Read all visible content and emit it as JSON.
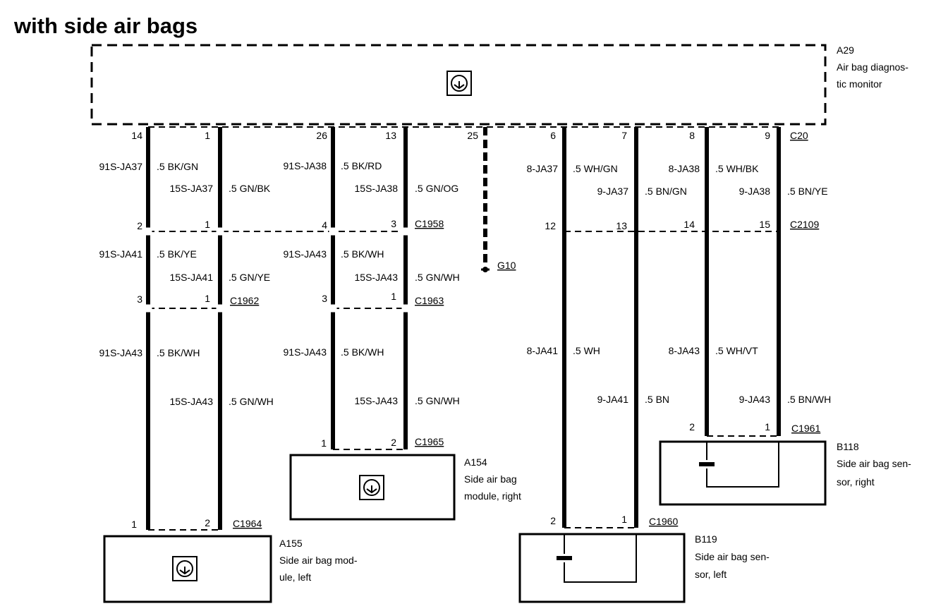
{
  "title": "with side air bags",
  "modules": {
    "a29": {
      "id": "A29",
      "line1": "Air bag diagnos-",
      "line2": "tic monitor"
    },
    "a154": {
      "id": "A154",
      "line1": "Side air bag",
      "line2": "module, right"
    },
    "a155": {
      "id": "A155",
      "line1": "Side air bag mod-",
      "line2": "ule, left"
    },
    "b118": {
      "id": "B118",
      "line1": "Side air bag sen-",
      "line2": "sor, right"
    },
    "b119": {
      "id": "B119",
      "line1": "Side air bag sen-",
      "line2": "sor, left"
    }
  },
  "connectors": {
    "c20": "C20",
    "c2109": "C2109",
    "c1958": "C1958",
    "c1962": "C1962",
    "c1963": "C1963",
    "c1965": "C1965",
    "c1964": "C1964",
    "c1961": "C1961",
    "c1960": "C1960",
    "g10": "G10"
  },
  "pins": {
    "c20": [
      "14",
      "1",
      "26",
      "13",
      "25",
      "6",
      "7",
      "8",
      "9"
    ],
    "c1958": [
      "2",
      "1",
      "4",
      "3"
    ],
    "c2109": [
      "12",
      "13",
      "14",
      "15"
    ],
    "c1962": [
      "3",
      "1"
    ],
    "c1963": [
      "3",
      "1"
    ],
    "c1965": [
      "1",
      "2"
    ],
    "c1964": [
      "1",
      "2"
    ],
    "c1961": [
      "2",
      "1"
    ],
    "c1960": [
      "2",
      "1"
    ]
  },
  "wires": {
    "seg1": [
      {
        "circuit": "91S-JA37",
        "color": ".5 BK/GN"
      },
      {
        "circuit": "15S-JA37",
        "color": ".5 GN/BK"
      },
      {
        "circuit": "91S-JA38",
        "color": ".5 BK/RD"
      },
      {
        "circuit": "15S-JA38",
        "color": ".5 GN/OG"
      },
      {
        "circuit": "8-JA37",
        "color": ".5 WH/GN"
      },
      {
        "circuit": "9-JA37",
        "color": ".5 BN/GN"
      },
      {
        "circuit": "8-JA38",
        "color": ".5 WH/BK"
      },
      {
        "circuit": "9-JA38",
        "color": ".5 BN/YE"
      }
    ],
    "seg2": [
      {
        "circuit": "91S-JA41",
        "color": ".5 BK/YE"
      },
      {
        "circuit": "15S-JA41",
        "color": ".5 GN/YE"
      },
      {
        "circuit": "91S-JA43",
        "color": ".5 BK/WH"
      },
      {
        "circuit": "15S-JA43",
        "color": ".5 GN/WH"
      }
    ],
    "seg3": [
      {
        "circuit": "91S-JA43",
        "color": ".5 BK/WH"
      },
      {
        "circuit": "15S-JA43",
        "color": ".5 GN/WH"
      },
      {
        "circuit": "91S-JA43",
        "color": ".5 BK/WH"
      },
      {
        "circuit": "15S-JA43",
        "color": ".5 GN/WH"
      },
      {
        "circuit": "8-JA41",
        "color": ".5 WH"
      },
      {
        "circuit": "9-JA41",
        "color": ".5 BN"
      },
      {
        "circuit": "8-JA43",
        "color": ".5 WH/VT"
      },
      {
        "circuit": "9-JA43",
        "color": ".5 BN/WH"
      }
    ]
  }
}
